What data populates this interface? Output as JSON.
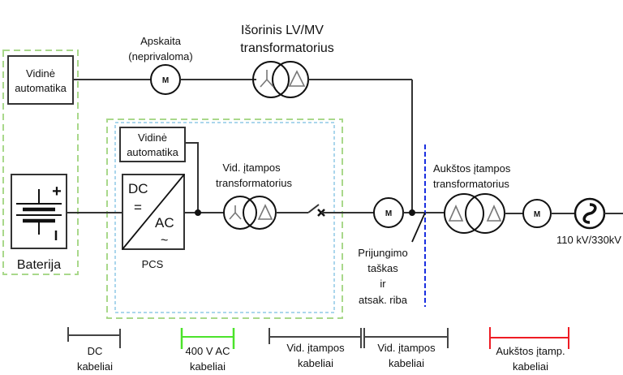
{
  "colors": {
    "wire": "#333333",
    "green_dash": "#a9d88b",
    "light_blue_dash": "#8fc9e6",
    "blue_boundary": "#1a2fe0",
    "ac_cable": "#4be32a",
    "hv_cable": "#ee1c24",
    "dark_cable": "#444444"
  },
  "top_branch": {
    "automation_label": [
      "Vidinė",
      "automatika"
    ],
    "meter_label": [
      "Apskaita",
      "(neprivaloma)"
    ],
    "meter_symbol": "M",
    "transformer_label": [
      "Išorinis LV/MV",
      "transformatorius"
    ],
    "transformer_icon": "star-delta-transformer"
  },
  "battery": {
    "label": "Baterija",
    "plus": "+",
    "minus": "-"
  },
  "pcs": {
    "automation_label": [
      "Vidinė",
      "automatika"
    ],
    "dc": "DC",
    "dc_symbol": "=",
    "ac": "AC",
    "ac_symbol": "~",
    "label": "PCS"
  },
  "mv_transformer": {
    "label": [
      "Vid. įtampos",
      "transformatorius"
    ],
    "icon": "star-delta-transformer"
  },
  "breaker": {
    "icon": "circuit-breaker"
  },
  "poc_meter": {
    "symbol": "M"
  },
  "connection_point": {
    "label": [
      "Prijungimo",
      "taškas",
      "ir",
      "atsak. riba"
    ]
  },
  "hv_transformer": {
    "label": [
      "Aukštos įtampos",
      "transformatorius"
    ],
    "icon": "delta-delta-transformer"
  },
  "hv_meter": {
    "symbol": "M"
  },
  "grid": {
    "label": "110 kV/330kV",
    "icon": "ac-source"
  },
  "cables": [
    {
      "label": [
        "DC",
        "kabeliai"
      ],
      "color_key": "dark_cable"
    },
    {
      "label": [
        "400 V AC",
        "kabeliai"
      ],
      "color_key": "ac_cable"
    },
    {
      "label": [
        "Vid. įtampos",
        "kabeliai"
      ],
      "color_key": "dark_cable"
    },
    {
      "label": [
        "Vid. įtampos",
        "kabeliai"
      ],
      "color_key": "dark_cable"
    },
    {
      "label": [
        "Aukštos įtamp.",
        "kabeliai"
      ],
      "color_key": "hv_cable"
    }
  ]
}
